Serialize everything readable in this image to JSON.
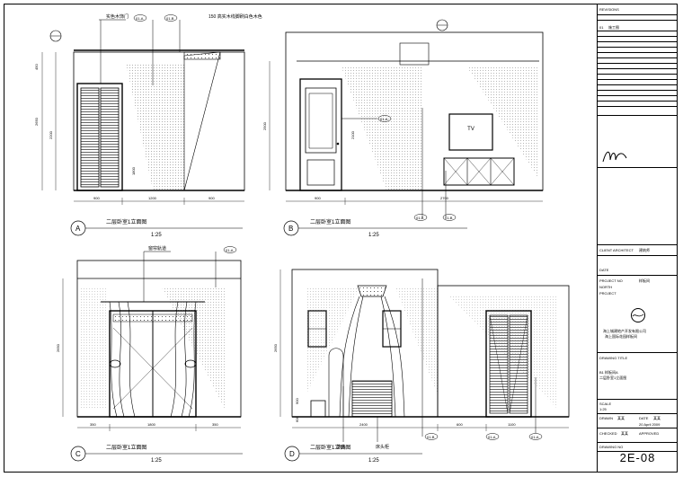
{
  "views": [
    {
      "letter": "A",
      "title": "二层卧室1立面图",
      "scale": "1:25"
    },
    {
      "letter": "B",
      "title": "二层卧室1立面图",
      "scale": "1:25"
    },
    {
      "letter": "C",
      "title": "二层卧室1立面图",
      "scale": "1:25"
    },
    {
      "letter": "D",
      "title": "二层卧室1立面图",
      "scale": "1:25"
    }
  ],
  "view_a": {
    "callout_left": "实色木饰门",
    "callout_right": "150 高实木线脚刷白色木色",
    "tags": [
      "01-A",
      "01-B"
    ],
    "dims_v": [
      "450",
      "2650",
      "2200",
      "1800"
    ],
    "dims_h": [
      "900",
      "1200",
      "900"
    ]
  },
  "view_b": {
    "tv_label": "TV",
    "tags": [
      "01-A",
      "01-B",
      "01-B"
    ],
    "dims_v": [
      "2500",
      "2100"
    ],
    "dims_h": [
      "900",
      "2700"
    ]
  },
  "view_c": {
    "callout": "窗帘轨道",
    "tag": "01-A",
    "dims_v": [
      "2650"
    ],
    "dims_h": [
      "350",
      "1800",
      "350"
    ]
  },
  "view_d": {
    "callout_left": "床头",
    "callout_mid": "床头柜",
    "tags": [
      "01-B",
      "01-A",
      "01-A"
    ],
    "dims_v": [
      "900",
      "600",
      "2650"
    ],
    "dims_h": [
      "2400",
      "600",
      "1100"
    ]
  },
  "title_block": {
    "revisions_label": "REVISIONS",
    "rev_no": "01",
    "rev_text": "施工图",
    "client_label": "CLIENT ARCHITECT",
    "client_val": "建筑师",
    "date_label": "DATE",
    "project_no_label": "PROJECT NO",
    "project_no_val": "样板间",
    "north_label": "NORTH",
    "project_label": "PROJECT",
    "company_line1": "海上城建地产开发有限公司",
    "company_line2": "海上国际花园样板间",
    "drawing_title_label": "DRAWING TITLE",
    "drawing_title_1": "B1 样板间A",
    "drawing_title_2": "二层卧室1立面图",
    "scale_label": "SCALE",
    "scale_val": "1:25",
    "drawn_label": "DRAWN",
    "drawn_val": "某某",
    "date2_label": "DATE",
    "date2_val": "某某",
    "date3_val": "20 April  2009",
    "checked_label": "CHECKED",
    "checked_val": "某某",
    "approved_label": "APPROVED",
    "drawing_no_label": "DRAWING NO",
    "drawing_no": "2E-08"
  }
}
